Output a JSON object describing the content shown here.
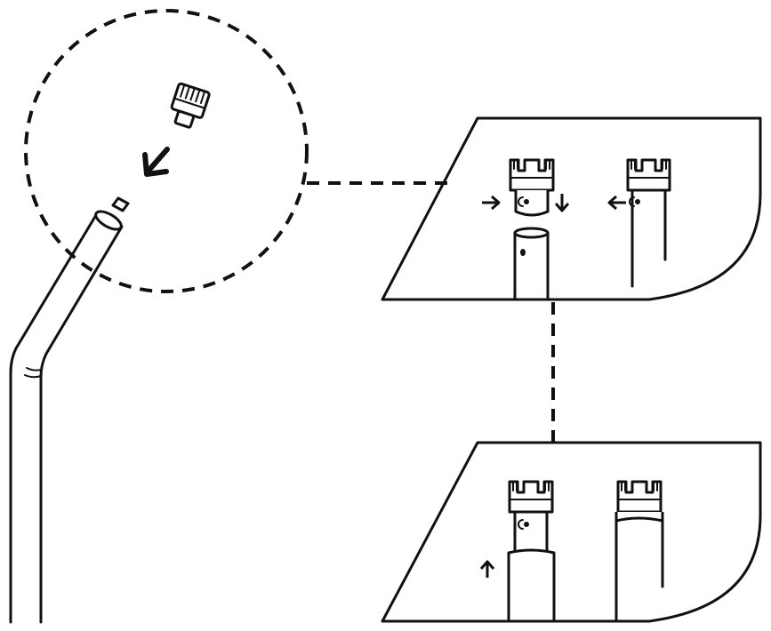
{
  "diagram": {
    "icons": {
      "pole": "long-pole-icon",
      "detail_circle": "magnified-detail",
      "tip_cap": "tip-cap-icon",
      "panel_top": "insert-step-panel",
      "panel_bottom": "locked-step-panel"
    },
    "colors": {
      "ink": "#111111",
      "background": "#ffffff"
    }
  }
}
